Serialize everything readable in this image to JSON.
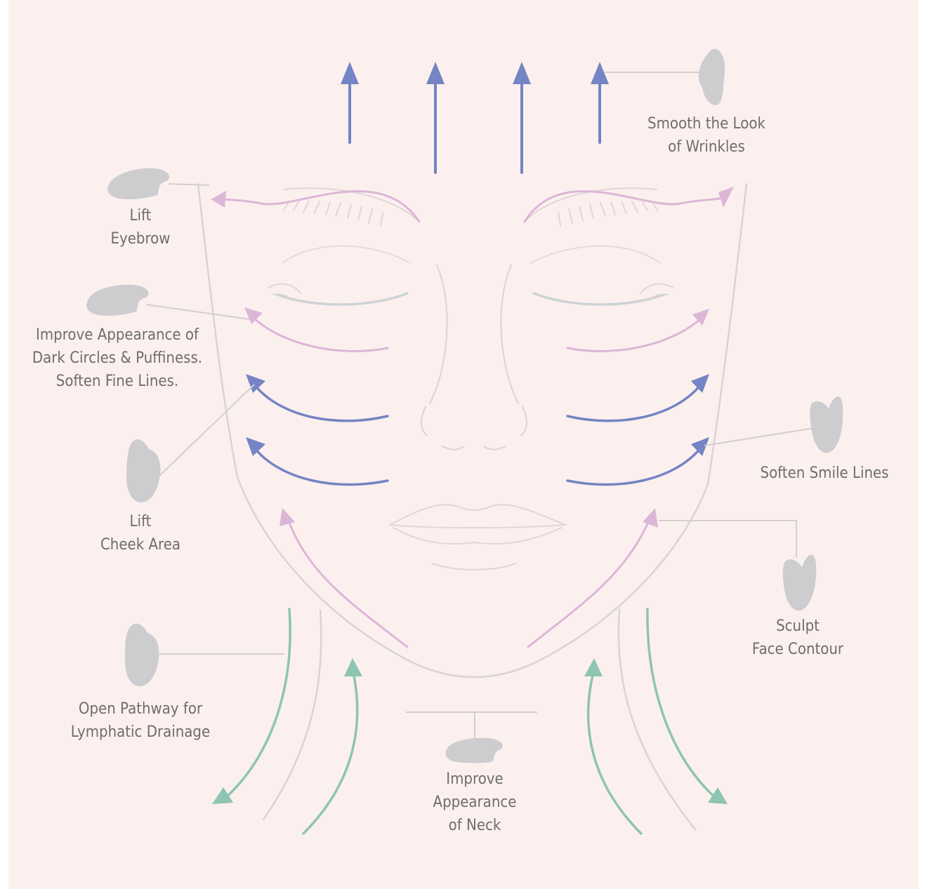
{
  "colors": {
    "background": "#fcf0ee",
    "outline": "#d9d4d3",
    "up_arrow_blue": "#7484c4",
    "pink_arrow": "#dcb6d7",
    "teal_arrow": "#8ec4b2",
    "tool_gray": "#cdcdcf",
    "label_text": "#6d6d6d"
  },
  "icons": [
    "gua-sha-tool-icon"
  ],
  "labels": {
    "wrinkles": [
      "Smooth the Look",
      "of Wrinkles"
    ],
    "eyebrow": [
      "Lift",
      "Eyebrow"
    ],
    "dark_circles": [
      "Improve Appearance of",
      "Dark Circles & Puffiness.",
      "Soften Fine Lines."
    ],
    "smile_lines": [
      "Soften Smile Lines"
    ],
    "cheek": [
      "Lift",
      "Cheek Area"
    ],
    "contour": [
      "Sculpt",
      "Face Contour"
    ],
    "lymphatic": [
      "Open Pathway for",
      "Lymphatic Drainage"
    ],
    "neck": [
      "Improve",
      "Appearance",
      "of Neck"
    ]
  }
}
